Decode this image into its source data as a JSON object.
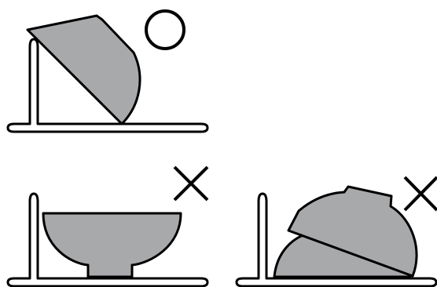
{
  "colors": {
    "bowl_fill": "#a8a9ab",
    "outline": "#000000",
    "background": "#ffffff"
  },
  "panels": [
    {
      "name": "bowl-leaning-against-rack",
      "verdict": "correct",
      "verdict_icon": "circle-icon"
    },
    {
      "name": "bowl-upright-on-rack",
      "verdict": "incorrect",
      "verdict_icon": "cross-icon"
    },
    {
      "name": "two-bowls-stacked-on-rack",
      "verdict": "incorrect",
      "verdict_icon": "cross-icon"
    }
  ]
}
